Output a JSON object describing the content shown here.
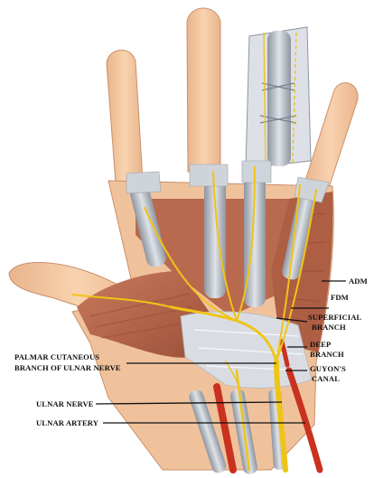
{
  "labels": {
    "adm": "ADM",
    "fdm": "FDM",
    "superficial_branch_line1": "SUPERFICIAL",
    "superficial_branch_line2": "BRANCH",
    "deep_branch_line1": "DEEP",
    "deep_branch_line2": "BRANCH",
    "guyons_canal_line1": "GUYON'S",
    "guyons_canal_line2": "CANAL",
    "palmar_cutaneous_line1": "PALMAR CUTANEOUS",
    "palmar_cutaneous_line2": "BRANCH OF ULNAR NERVE",
    "ulnar_nerve": "ULNAR NERVE",
    "ulnar_artery": "ULNAR ARTERY"
  },
  "colors": {
    "skin": "#f4c8a2",
    "skin_edge": "#c9906a",
    "muscle": "#b86b50",
    "muscle_dark": "#8f4632",
    "tendon": "#b7bcc4",
    "fascia": "#d9dde3",
    "nerve": "#f0c417",
    "artery": "#c8321e"
  }
}
